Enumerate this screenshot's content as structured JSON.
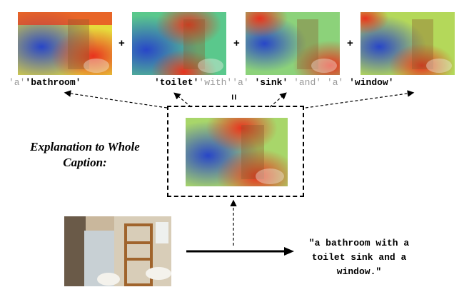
{
  "operators": {
    "plus": "+",
    "equals": "="
  },
  "tokens": [
    {
      "text": "'a'",
      "style": "gray"
    },
    {
      "text": "'bathroom'",
      "style": "bold"
    },
    {
      "text": "'toilet'",
      "style": "bold"
    },
    {
      "text": "'with'",
      "style": "gray"
    },
    {
      "text": "'a'",
      "style": "gray"
    },
    {
      "text": "'sink'",
      "style": "bold"
    },
    {
      "text": "'and'",
      "style": "gray"
    },
    {
      "text": "'a'",
      "style": "gray"
    },
    {
      "text": "'window'",
      "style": "bold"
    }
  ],
  "heading": "Explanation to Whole Caption:",
  "caption": "\"a bathroom with a\ntoilet  sink and a\nwindow.\"",
  "colors": {
    "heat_red": "#e8321e",
    "heat_yellow": "#e6dc3c",
    "heat_green": "#5ac88c",
    "heat_blue": "#2846c8",
    "arrow": "#000000",
    "token_gray": "#9a9a9a"
  }
}
